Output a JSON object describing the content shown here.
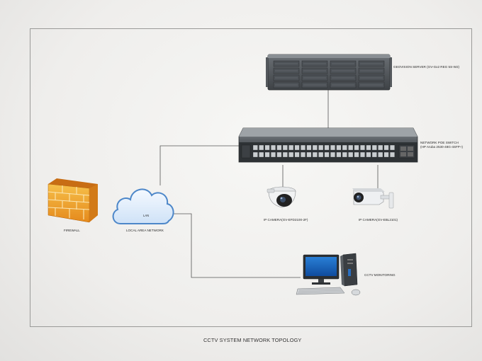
{
  "diagram": {
    "title": "CCTV SYSTEM NETWORK TOPOLOGY",
    "nodes": {
      "server": {
        "label": "GEOVISION SERVER (GV-Gx2 REG 5S-W2)"
      },
      "switch": {
        "label_line1": "NETWORK POE SWITCH",
        "label_line2": "(HP Aruba 2530-48G-4SFP+)"
      },
      "camera_dome": {
        "label": "IP CAMERA(GV-EFD2100-2F)"
      },
      "camera_bullet": {
        "label": "IP CAMERA(GV-EBL2101)"
      },
      "firewall": {
        "label": "FIREWALL"
      },
      "lan": {
        "cloud_text": "LAN",
        "label": "LOCAL AREA NETWORK"
      },
      "monitoring": {
        "label": "CCTV MONITORING"
      }
    },
    "connections": [
      [
        "server",
        "switch"
      ],
      [
        "switch",
        "lan"
      ],
      [
        "switch",
        "camera_dome"
      ],
      [
        "switch",
        "camera_bullet"
      ],
      [
        "lan",
        "monitoring"
      ]
    ]
  }
}
